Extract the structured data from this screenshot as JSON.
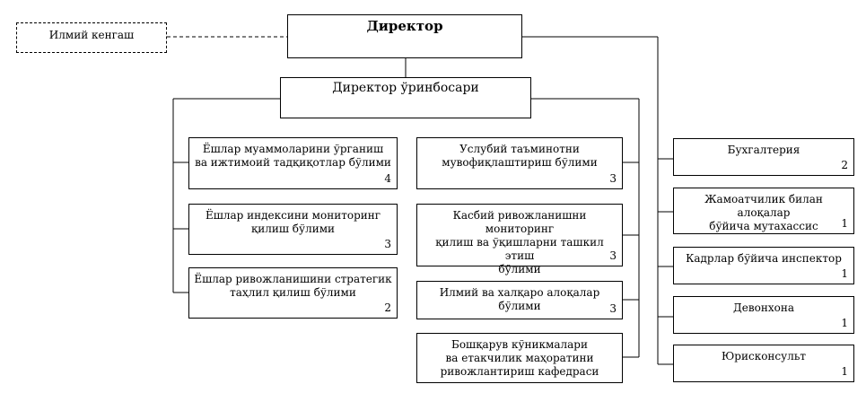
{
  "director": {
    "label": "Директор"
  },
  "council": {
    "label": "Илмий кенгаш"
  },
  "deputy": {
    "label": "Директор ўринбосари"
  },
  "left_column": [
    {
      "label": "Ёшлар муаммоларини ўрганиш\nва ижтимоий тадқиқотлар бўлими",
      "count": "4"
    },
    {
      "label": "Ёшлар индексини мониторинг\nқилиш бўлими",
      "count": "3"
    },
    {
      "label": "Ёшлар ривожланишини стратегик\nтаҳлил қилиш бўлими",
      "count": "2"
    }
  ],
  "middle_column": [
    {
      "label": "Услубий таъминотни\nмувофиқлаштириш бўлими",
      "count": "3"
    },
    {
      "label": "Касбий ривожланишни мониторинг\nқилиш ва ўқишларни ташкил этиш\nбўлими",
      "count": "3"
    },
    {
      "label": "Илмий ва халқаро алоқалар бўлими",
      "count": "3"
    },
    {
      "label": "Бошқарув кўникмалари\nва етакчилик маҳоратини\nривожлантириш кафедраси",
      "count": ""
    }
  ],
  "right_column": [
    {
      "label": "Бухгалтерия",
      "count": "2"
    },
    {
      "label": "Жамоатчилик билан алоқалар\nбўйича мутахассис",
      "count": "1"
    },
    {
      "label": "Кадрлар бўйича инспектор",
      "count": "1"
    },
    {
      "label": "Девонхона",
      "count": "1"
    },
    {
      "label": "Юрисконсульт",
      "count": "1"
    }
  ]
}
